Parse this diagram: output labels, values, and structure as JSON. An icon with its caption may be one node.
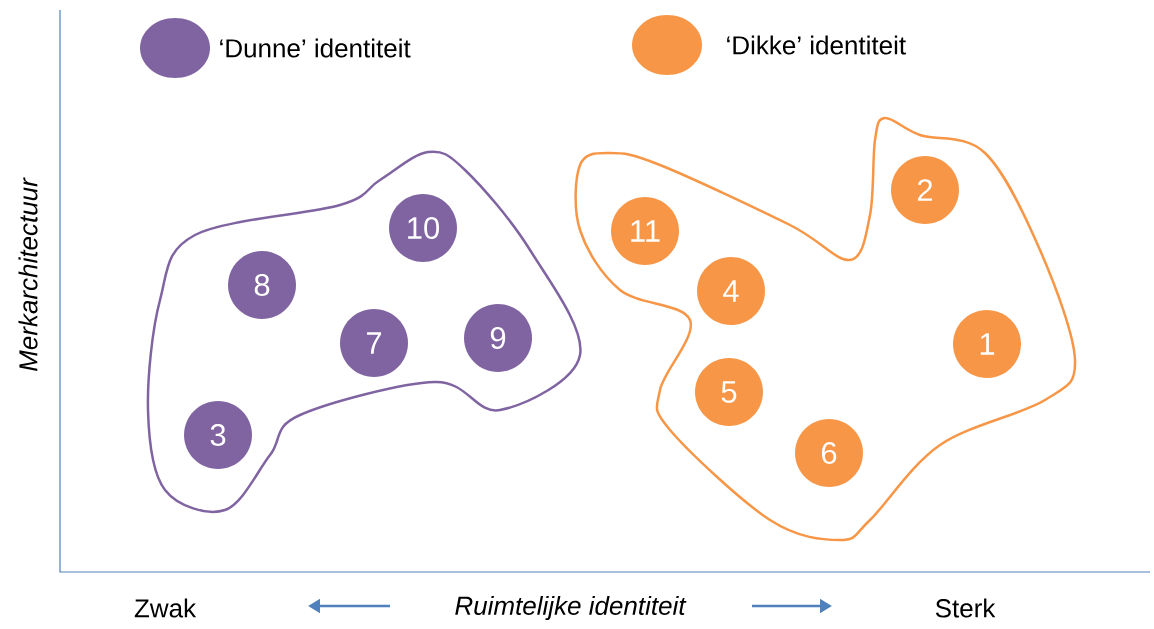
{
  "diagram": {
    "nodes": [
      {
        "text": [],
        "shape": "blob"
      },
      {
        "text": [
          "10"
        ],
        "in": 0
      },
      {
        "text": [
          "8"
        ],
        "in": 0
      },
      {
        "text": [
          "9"
        ],
        "in": 0
      },
      {
        "text": [
          "7"
        ],
        "in": 0
      },
      {
        "text": [
          "3"
        ],
        "in": 0
      },
      {
        "text": [],
        "shape": "blob"
      },
      {
        "text": [
          "2"
        ],
        "in": 6
      },
      {
        "text": [
          "11"
        ],
        "in": 6
      },
      {
        "text": [
          "4"
        ],
        "in": 6
      },
      {
        "text": [
          "1"
        ],
        "in": 6
      },
      {
        "text": [
          "5"
        ],
        "in": 6
      },
      {
        "text": [
          "6"
        ],
        "in": 6
      }
    ],
    "labels": [
      "Merkarchitectuur",
      "Zwak",
      "Ruimtelijke identiteit",
      "Sterk"
    ],
    "legend": [
      {
        "text": "‘Dunne’ identiteit",
        "color": "#8064a2"
      },
      {
        "text": "‘Dikke’ identiteit",
        "color": "#f79646"
      }
    ]
  }
}
